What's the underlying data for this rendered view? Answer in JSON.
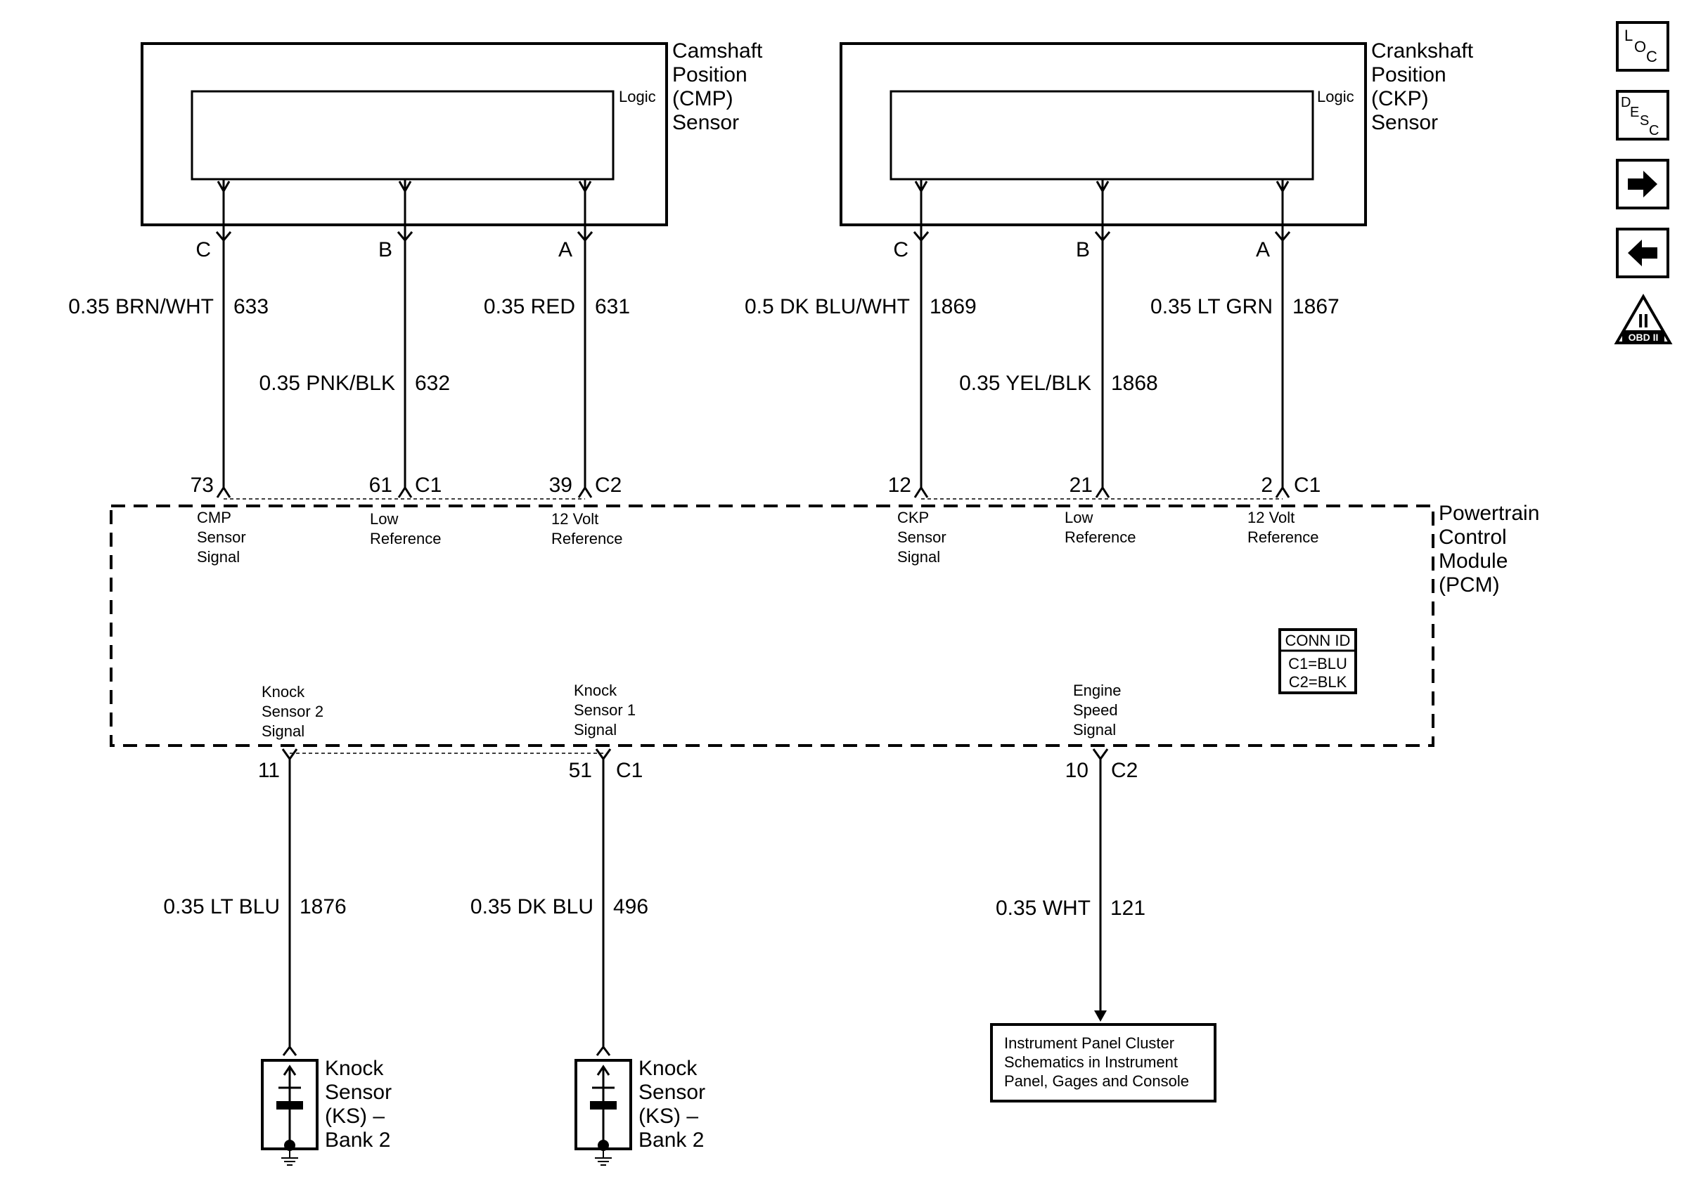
{
  "camshaft_sensor": {
    "title_lines": [
      "Camshaft",
      "Position",
      "(CMP)",
      "Sensor"
    ],
    "logic_label": "Logic",
    "pins": [
      {
        "letter": "C",
        "wire": "0.35 BRN/WHT",
        "circuit": "633",
        "pcm_pin": "73",
        "connector": "",
        "pcm_label": [
          "CMP",
          "Sensor",
          "Signal"
        ]
      },
      {
        "letter": "B",
        "wire": "0.35 PNK/BLK",
        "circuit": "632",
        "pcm_pin": "61",
        "connector": "C1",
        "pcm_label": [
          "Low",
          "Reference"
        ]
      },
      {
        "letter": "A",
        "wire": "0.35 RED",
        "circuit": "631",
        "pcm_pin": "39",
        "connector": "C2",
        "pcm_label": [
          "12 Volt",
          "Reference"
        ]
      }
    ]
  },
  "crankshaft_sensor": {
    "title_lines": [
      "Crankshaft",
      "Position",
      "(CKP)",
      "Sensor"
    ],
    "logic_label": "Logic",
    "pins": [
      {
        "letter": "C",
        "wire": "0.5 DK BLU/WHT",
        "circuit": "1869",
        "pcm_pin": "12",
        "connector": "",
        "pcm_label": [
          "CKP",
          "Sensor",
          "Signal"
        ]
      },
      {
        "letter": "B",
        "wire": "0.35 YEL/BLK",
        "circuit": "1868",
        "pcm_pin": "21",
        "connector": "",
        "pcm_label": [
          "Low",
          "Reference"
        ]
      },
      {
        "letter": "A",
        "wire": "0.35 LT GRN",
        "circuit": "1867",
        "pcm_pin": "2",
        "connector": "C1",
        "pcm_label": [
          "12 Volt",
          "Reference"
        ]
      }
    ]
  },
  "pcm": {
    "title_lines": [
      "Powertrain",
      "Control",
      "Module",
      "(PCM)"
    ],
    "conn_id": {
      "title": "CONN ID",
      "lines": [
        "C1=BLU",
        "C2=BLK"
      ]
    }
  },
  "bottom_circuits": [
    {
      "pcm_label": [
        "Knock",
        "Sensor 2",
        "Signal"
      ],
      "pcm_pin": "11",
      "connector": "",
      "wire": "0.35 LT BLU",
      "circuit": "1876",
      "sensor_lines": [
        "Knock",
        "Sensor",
        "(KS) –",
        "Bank 2"
      ]
    },
    {
      "pcm_label": [
        "Knock",
        "Sensor 1",
        "Signal"
      ],
      "pcm_pin": "51",
      "connector": "C1",
      "wire": "0.35 DK BLU",
      "circuit": "496",
      "sensor_lines": [
        "Knock",
        "Sensor",
        "(KS) –",
        "Bank 2"
      ]
    },
    {
      "pcm_label": [
        "Engine",
        "Speed",
        "Signal"
      ],
      "pcm_pin": "10",
      "connector": "C2",
      "wire": "0.35 WHT",
      "circuit": "121",
      "reference_box": [
        "Instrument Panel Cluster",
        "Schematics in Instrument",
        "Panel, Gages and Console"
      ]
    }
  ],
  "nav": {
    "loc": {
      "l": "L",
      "o": "O",
      "c": "C"
    },
    "desc": {
      "d": "D",
      "e": "E",
      "s": "S",
      "c": "C"
    },
    "obd_roman": "II",
    "obd_label": "OBD II"
  }
}
